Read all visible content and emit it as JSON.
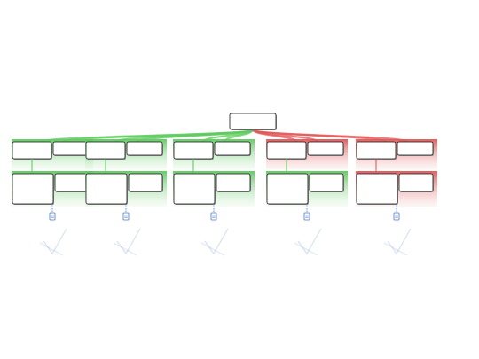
{
  "map": {
    "root": {
      "text": ""
    },
    "branches": [
      {
        "kind": "support",
        "tag": "",
        "text": "",
        "children": [
          {
            "kind": "support",
            "tag": "",
            "text": ""
          },
          {
            "kind": "support",
            "tag": "",
            "text": ""
          }
        ],
        "source": {
          "title": "",
          "description": "",
          "icon": "document-icon"
        }
      },
      {
        "kind": "support",
        "tag": "",
        "text": "",
        "children": [
          {
            "kind": "support",
            "tag": "",
            "text": ""
          },
          {
            "kind": "support",
            "tag": "",
            "text": ""
          }
        ],
        "source": {
          "title": "",
          "description": "",
          "icon": "document-icon"
        }
      },
      {
        "kind": "support",
        "tag": "",
        "text": "",
        "children": [
          {
            "kind": "support",
            "tag": "",
            "text": ""
          },
          {
            "kind": "support",
            "tag": "",
            "text": ""
          }
        ],
        "source": {
          "title": "",
          "description": "",
          "icon": "document-icon"
        }
      },
      {
        "kind": "oppose",
        "tag": "",
        "text": "",
        "children": [
          {
            "kind": "support",
            "tag": "",
            "text": ""
          },
          {
            "kind": "support",
            "tag": "",
            "text": ""
          }
        ],
        "source": {
          "title": "",
          "description": "",
          "icon": "document-icon"
        }
      },
      {
        "kind": "oppose",
        "tag": "",
        "text": "",
        "children": [
          {
            "kind": "oppose",
            "tag": "",
            "text": ""
          },
          {
            "kind": "support",
            "tag": "",
            "text": ""
          }
        ],
        "source": {
          "title": "",
          "description": "",
          "icon": "document-icon"
        }
      }
    ],
    "colors": {
      "support": "#5ec95e",
      "support_light": "#d9f2d9",
      "oppose": "#e05555",
      "oppose_light": "#f7d6d6",
      "source": "#4a78c2",
      "node_border": "#111111"
    }
  }
}
